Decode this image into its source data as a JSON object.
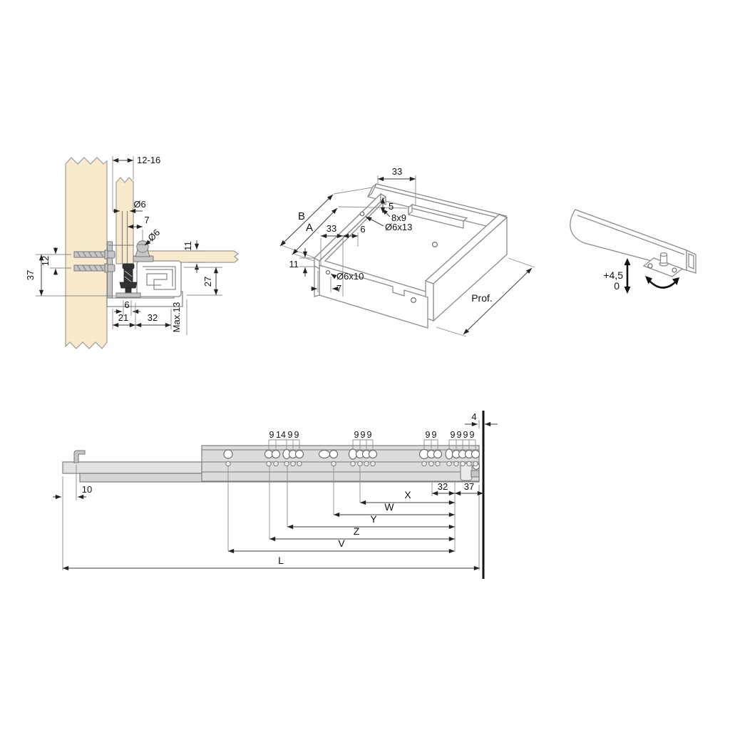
{
  "colors": {
    "background": "#ffffff",
    "wood": "#f9e9cd",
    "metal_light": "#d9d9d9",
    "metal_mid": "#c6c6c6",
    "drawing_line": "#8c8c8c",
    "dimension_line": "#3f3f3f",
    "text": "#111111"
  },
  "cross_section": {
    "labels": {
      "panel_range": "12-16",
      "hole_dia_top": "Ø6",
      "pin_offset": "7",
      "pin_dia": "Ø6",
      "bottom_thickness": "11",
      "screw_gap": "12",
      "mount_height": "37",
      "rail_height": "27",
      "screw_inset": "6",
      "front_inset": "21",
      "rail_width": "32",
      "max_depth": "Max.13"
    }
  },
  "drawer_iso": {
    "labels": {
      "back_inset": "33",
      "slot_height": "5",
      "slot_size": "8x9",
      "hole_back": "Ø6x13",
      "depth_outer": "B",
      "depth_inner": "A",
      "front_inset": "33",
      "hole_gap": "6",
      "side_height": "11",
      "hole_front": "Ø6x10",
      "edge_offset": "7",
      "depth": "Prof."
    }
  },
  "height_adjust": {
    "labels": {
      "max": "+4,5",
      "min": "0"
    }
  },
  "rail": {
    "hole_groups": [
      {
        "values": [
          "9",
          "14",
          "9",
          "9"
        ]
      },
      {
        "values": [
          "9",
          "9",
          "9"
        ]
      },
      {
        "values": [
          "9",
          "9"
        ]
      },
      {
        "values": [
          "9",
          "9",
          "9",
          "9"
        ]
      }
    ],
    "labels": {
      "front_gap": "4",
      "hook_offset": "10",
      "pitch_32": "32",
      "pitch_37": "37",
      "dim_x": "X",
      "dim_w": "W",
      "dim_y": "Y",
      "dim_z": "Z",
      "dim_v": "V",
      "dim_l": "L"
    }
  }
}
